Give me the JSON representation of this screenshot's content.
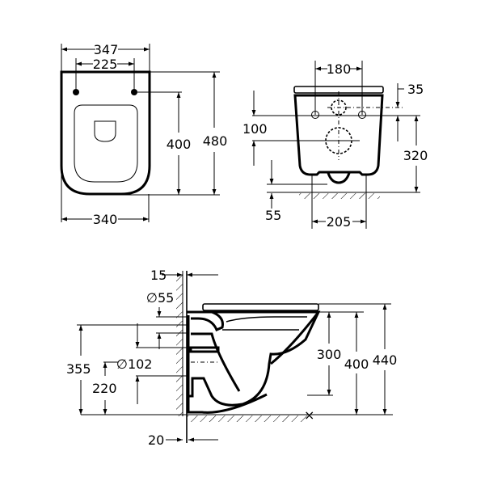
{
  "drawing": {
    "type": "technical-dimension-drawing",
    "subject": "wall-hung toilet",
    "units": "mm"
  },
  "top_view": {
    "dim_overall_width": "347",
    "dim_fixing_spacing": "225",
    "dim_depth_to_fixing": "400",
    "dim_overall_depth": "480",
    "dim_bottom_width": "340"
  },
  "front_view": {
    "dim_fixing_centers": "180",
    "dim_fixing_offset": "35",
    "dim_inlet_to_outlet": "100",
    "dim_fixing_height": "320",
    "dim_underside": "55",
    "dim_base_width": "205"
  },
  "side_view": {
    "dim_wall_gap_top": "15",
    "dim_inlet_diameter": "∅55",
    "dim_outlet_diameter": "∅102",
    "dim_inlet_height": "355",
    "dim_outlet_height": "220",
    "dim_bowl_depth": "300",
    "dim_rim_height": "400",
    "dim_seat_height": "440",
    "dim_wall_gap_bottom": "20"
  }
}
